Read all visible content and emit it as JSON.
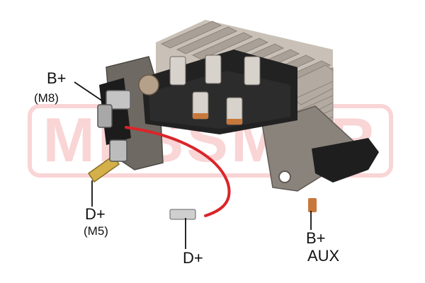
{
  "watermark": {
    "text": "MESSMER",
    "color": "#e31c25"
  },
  "colors": {
    "heatsink": "#b8b0a6",
    "bracket": "#7d7670",
    "plastic": "#1c1c1c",
    "wire": "#d9252a",
    "copper": "#c8783a"
  },
  "labels": {
    "b_plus_m8": "B+",
    "m8": "(M8)",
    "d_plus_m5": "D+",
    "m5": "(M5)",
    "d_plus": "D+",
    "b_plus_aux": "B+",
    "aux": "AUX"
  }
}
